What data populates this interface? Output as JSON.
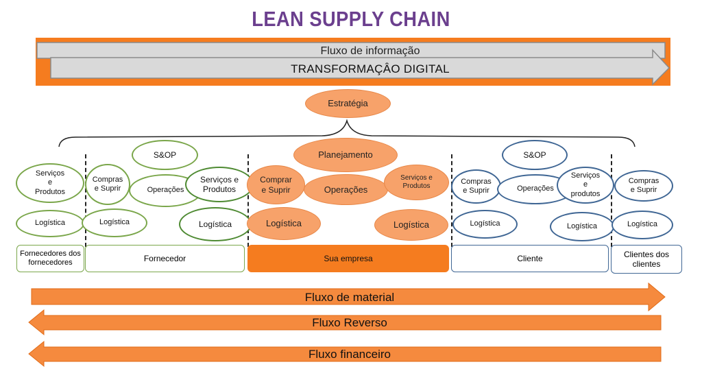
{
  "title": "LEAN SUPPLY CHAIN",
  "banner": {
    "info_flow": "Fluxo de informação",
    "digital": "TRANSFORMAÇÂO DIGITAL"
  },
  "strategy": "Estratégia",
  "supplier_tier": {
    "services_products": [
      "Serviços",
      "e",
      "Produtos"
    ],
    "logistics": "Logística",
    "label": [
      "Fornecedores",
      "dos",
      "fornecedores"
    ]
  },
  "supplier": {
    "sop": "S&OP",
    "buy_supply": [
      "Compras",
      "e Suprir"
    ],
    "operations": "Operações",
    "services_products": [
      "Serviços e",
      "Produtos"
    ],
    "logistics_left": "Logística",
    "logistics_right": "Logística",
    "label": "Fornecedor"
  },
  "company": {
    "planning": "Planejamento",
    "buy_supply": [
      "Comprar",
      "e Suprir"
    ],
    "operations": "Operações",
    "services_products": [
      "Serviços e",
      "Produtos"
    ],
    "logistics_left": "Logística",
    "logistics_right": "Logística",
    "label": "Sua empresa"
  },
  "client": {
    "sop": "S&OP",
    "buy_supply": [
      "Compras",
      "e Suprir"
    ],
    "operations": "Operações",
    "services_products": [
      "Serviços",
      "e",
      "produtos"
    ],
    "logistics_left": "Logística",
    "logistics_right": "Logística",
    "label": "Cliente"
  },
  "client_tier": {
    "buy_supply": [
      "Compras",
      "e Suprir"
    ],
    "logistics": "Logística",
    "label": [
      "Clientes dos",
      "clientes"
    ]
  },
  "flows": {
    "material": "Fluxo de material",
    "reverse": "Fluxo Reverso",
    "financial": "Fluxo financeiro"
  },
  "colors": {
    "title": "#6b3f8e",
    "orange": "#f57c1f",
    "orange_light": "#f7a26a",
    "green": "#7aa64a",
    "blue": "#3f6694",
    "gray_arrow": "#d7d7d7"
  }
}
